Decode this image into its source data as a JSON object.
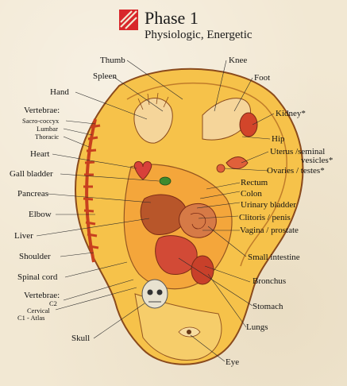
{
  "header": {
    "title": "Phase 1",
    "subtitle": "Physiologic, Energetic"
  },
  "labels": {
    "thumb": "Thumb",
    "knee": "Knee",
    "spleen": "Spleen",
    "foot": "Foot",
    "hand": "Hand",
    "vertebrae_upper": "Vertebrae:",
    "sacro_coccyx": "Sacro-coccyx",
    "lumbar": "Lumbar",
    "thoracic": "Thoracic",
    "kidney": "Kidney*",
    "hip": "Hip",
    "heart": "Heart",
    "uterus": "Uterus /seminal",
    "vesicles": "vesicles*",
    "gall_bladder": "Gall bladder",
    "ovaries": "Ovaries / testes*",
    "rectum": "Rectum",
    "pancreas": "Pancreas",
    "colon": "Colon",
    "urinary_bladder": "Urinary bladder",
    "elbow": "Elbow",
    "clitoris": "Clitoris / penis",
    "liver": "Liver",
    "vagina": "Vagina / prostate",
    "shoulder": "Shoulder",
    "small_intestine": "Small intestine",
    "spinal_cord": "Spinal cord",
    "bronchus": "Bronchus",
    "vertebrae_lower": "Vertebrae:",
    "c2": "C2",
    "cervical": "Cervical",
    "c1_atlas": "C1 - Atlas",
    "stomach": "Stomach",
    "lungs": "Lungs",
    "skull": "Skull",
    "eye": "Eye"
  },
  "colors": {
    "logo": "#d8262a",
    "ear_fill": "#f6c24a",
    "ear_outline": "#8a4a1c",
    "spine": "#c8401e"
  }
}
